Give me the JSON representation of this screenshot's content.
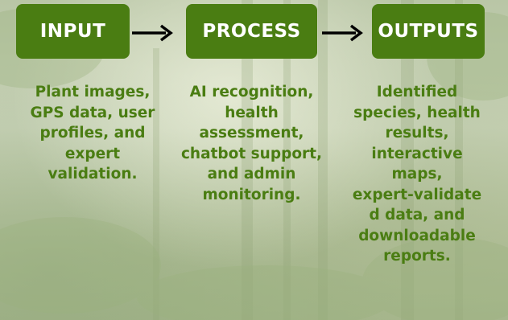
{
  "flow": {
    "input": {
      "label": "INPUT",
      "lines": [
        "Plant images,",
        "GPS data, user",
        "profiles, and",
        "expert",
        "validation."
      ]
    },
    "process": {
      "label": "PROCESS",
      "lines": [
        "AI recognition,",
        "health",
        "assessment,",
        "chatbot support,",
        "and admin",
        "monitoring."
      ]
    },
    "outputs": {
      "label": "OUTPUTS",
      "lines": [
        "Identified",
        "species, health",
        "results,",
        "interactive",
        "maps,",
        "expert-validate",
        "d data, and",
        "downloadable",
        "reports."
      ]
    }
  },
  "colors": {
    "box_fill": "#4a7d12",
    "box_text": "#ffffff",
    "description_text": "#4a7d12",
    "arrow": "#000000"
  },
  "icons": {
    "arrow_1": "arrow-right-icon",
    "arrow_2": "arrow-right-icon"
  }
}
